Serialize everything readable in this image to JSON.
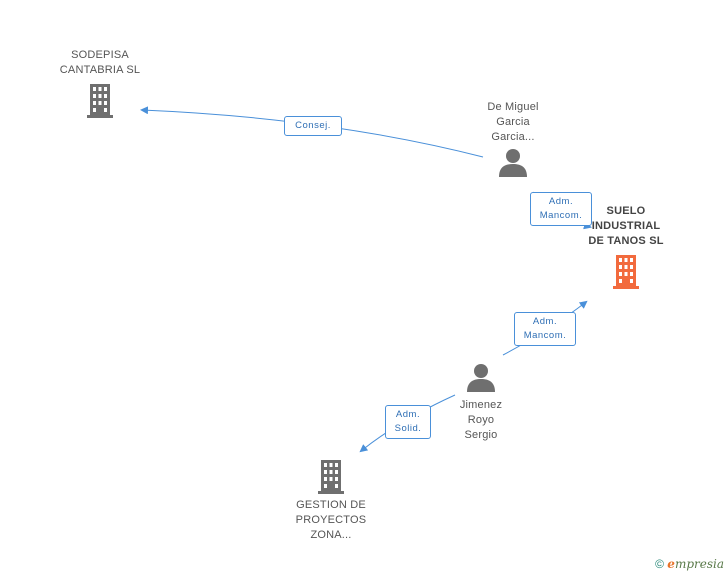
{
  "colors": {
    "edge": "#4a90d9",
    "building_default": "#6f6f6f",
    "building_focus": "#f26a3d",
    "person": "#6f6f6f"
  },
  "nodes": {
    "sodepisa": {
      "label": "SODEPISA\nCANTABRIA SL",
      "icon": "building-icon"
    },
    "de_miguel": {
      "label": "De Miguel\nGarcia\nGarcia...",
      "icon": "person-icon"
    },
    "suelo": {
      "label": "SUELO\nINDUSTRIAL\nDE TANOS SL",
      "icon": "building-icon"
    },
    "jimenez": {
      "label": "Jimenez\nRoyo\nSergio",
      "icon": "person-icon"
    },
    "gestion": {
      "label": "GESTION DE\nPROYECTOS\nZONA...",
      "icon": "building-icon"
    }
  },
  "edges": {
    "consej": {
      "label": "Consej."
    },
    "adm_mancom_1": {
      "label": "Adm.\nMancom."
    },
    "adm_mancom_2": {
      "label": "Adm.\nMancom."
    },
    "adm_solid": {
      "label": "Adm.\nSolid."
    }
  },
  "footer": {
    "copyright": "©",
    "brand_initial": "e",
    "brand_rest": "mpresia"
  }
}
